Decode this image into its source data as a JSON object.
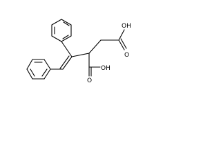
{
  "molecule": {
    "labels": {
      "oh_top": "OH",
      "o_top": "O",
      "oh_bottom": "OH",
      "o_bottom": "O"
    }
  }
}
